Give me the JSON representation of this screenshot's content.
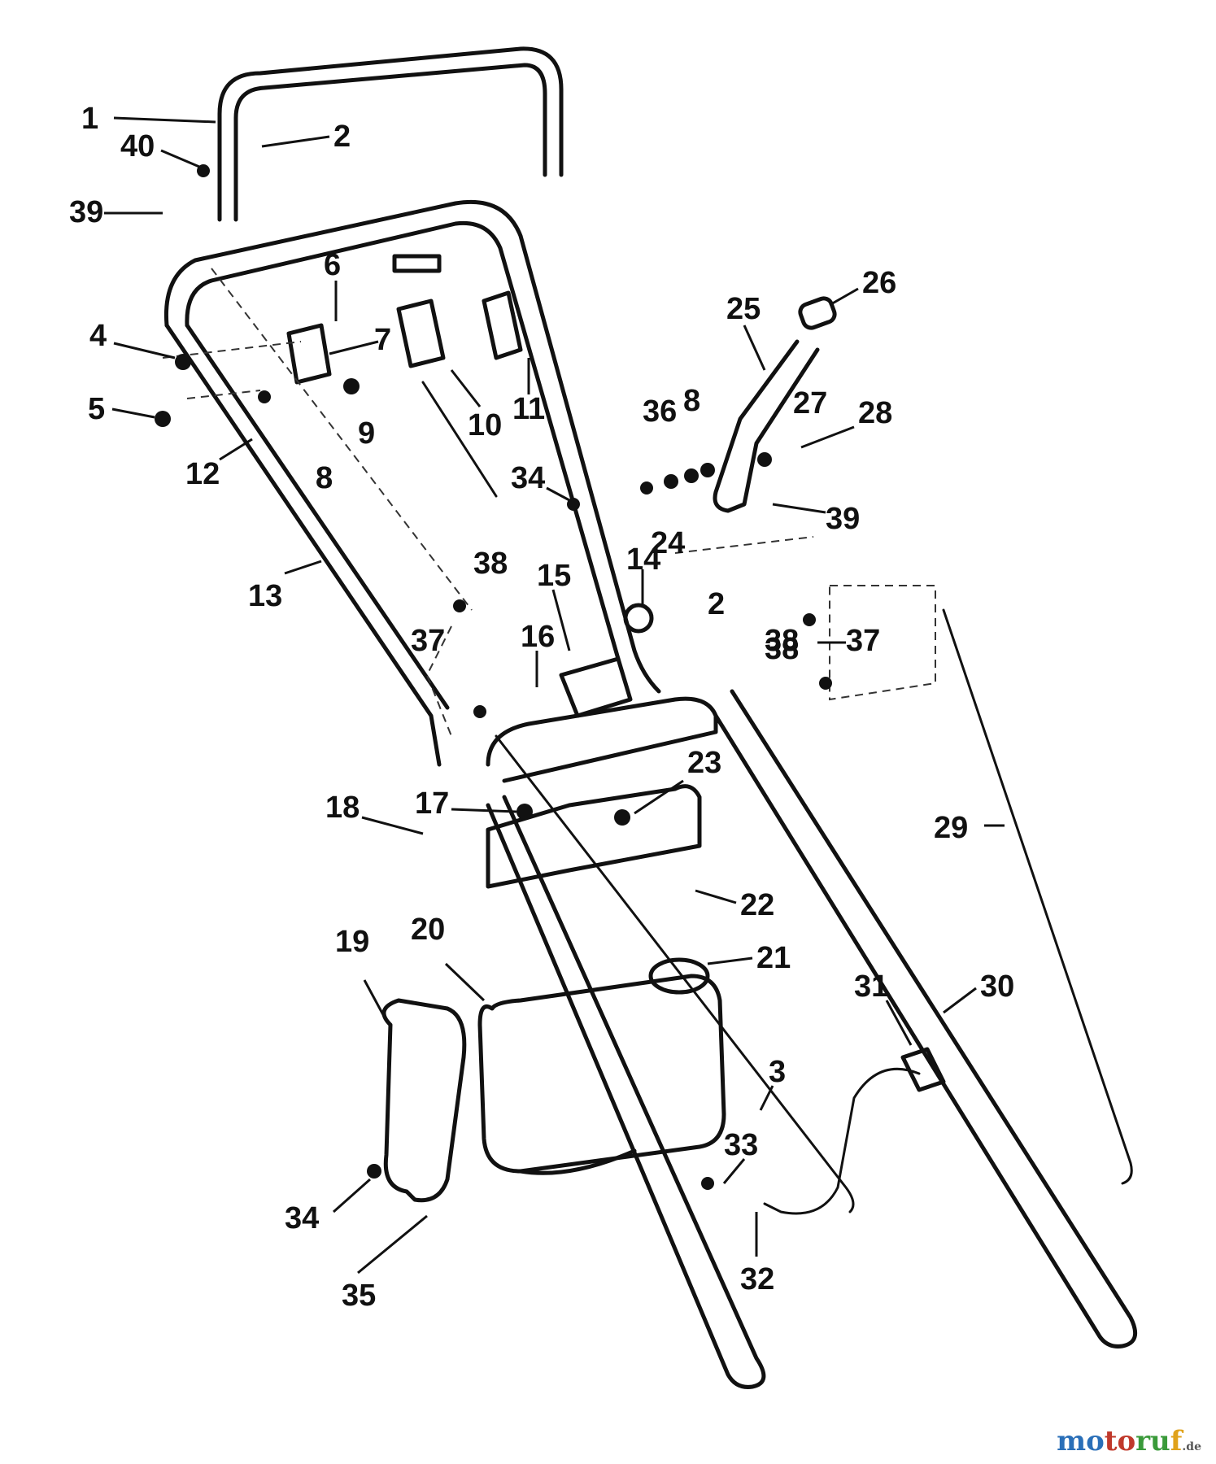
{
  "diagram": {
    "callouts": [
      "1",
      "2",
      "40",
      "39",
      "6",
      "4",
      "7",
      "5",
      "9",
      "10",
      "11",
      "12",
      "8",
      "13",
      "25",
      "26",
      "36",
      "27",
      "28",
      "34",
      "24",
      "39",
      "2",
      "38",
      "15",
      "14",
      "37",
      "16",
      "38",
      "37",
      "18",
      "17",
      "23",
      "29",
      "22",
      "19",
      "20",
      "21",
      "31",
      "30",
      "3",
      "33",
      "34",
      "35",
      "32",
      "8",
      "38",
      "8"
    ]
  },
  "watermark": {
    "brand_part1": "mo",
    "brand_part2": "to",
    "brand_part3": "ru",
    "brand_part4": "f",
    "domain": ".de"
  }
}
